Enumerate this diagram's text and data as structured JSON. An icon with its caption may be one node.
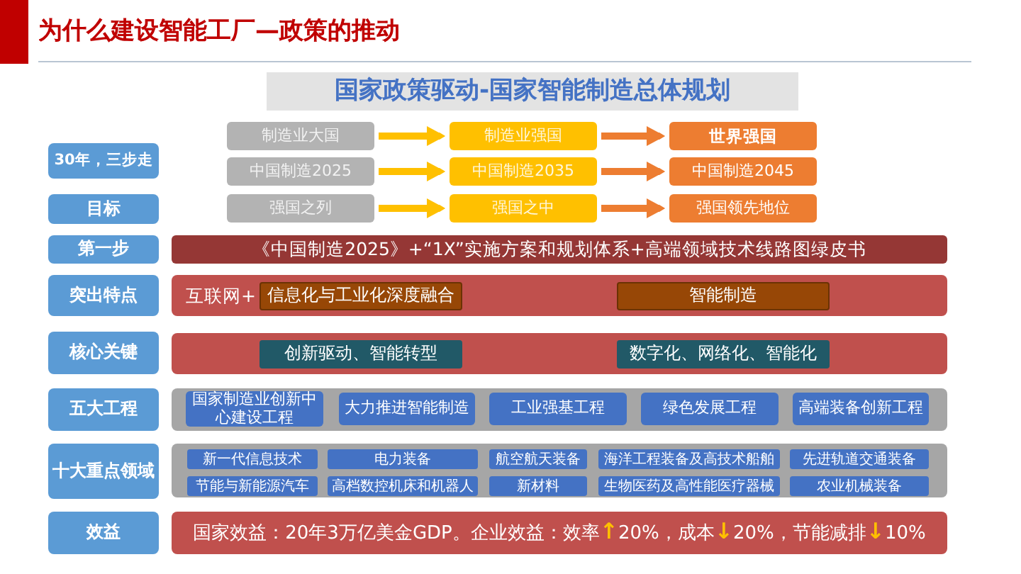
{
  "diagram": {
    "title": "为什么建设智能工厂—政策的推动",
    "nodes": [
      {
        "text": [
          "国家政策驱动-国家智能制造总体规划"
        ]
      },
      {
        "text": [
          "30年，三步走"
        ]
      },
      {
        "text": [
          "制造业大国"
        ]
      },
      {
        "text": [
          "制造业强国"
        ]
      },
      {
        "text": [
          "世界强国"
        ]
      },
      {
        "text": [
          "中国制造2025"
        ]
      },
      {
        "text": [
          "中国制造2035"
        ]
      },
      {
        "text": [
          "中国制造2045"
        ]
      },
      {
        "text": [
          "目标"
        ]
      },
      {
        "text": [
          "强国之列"
        ]
      },
      {
        "text": [
          "强国之中"
        ]
      },
      {
        "text": [
          "强国领先地位"
        ]
      },
      {
        "text": [
          "第一步"
        ]
      },
      {
        "text": [
          "《中国制造2025》+“1X”实施方案和规划体系+高端领域技术线路图绿皮书"
        ]
      },
      {
        "text": [
          "突出特点"
        ]
      },
      {
        "text": [
          "互联网+"
        ]
      },
      {
        "text": [
          "信息化与工业化深度融合"
        ],
        "in": 15
      },
      {
        "text": [
          "智能制造"
        ],
        "in": 15
      },
      {
        "text": [
          "核心关键"
        ]
      },
      {
        "text": [],
        "shape": "box"
      },
      {
        "text": [
          "创新驱动、智能转型"
        ],
        "in": 19
      },
      {
        "text": [
          "数字化、网络化、智能化"
        ],
        "in": 19
      },
      {
        "text": [
          "五大工程"
        ]
      },
      {
        "text": [],
        "shape": "box"
      },
      {
        "text": [
          "国家制造业创新中心建设工程"
        ],
        "in": 23
      },
      {
        "text": [
          "大力推进智能制造"
        ],
        "in": 23
      },
      {
        "text": [
          "工业强基工程"
        ],
        "in": 23
      },
      {
        "text": [
          "绿色发展工程"
        ],
        "in": 23
      },
      {
        "text": [
          "高端装备创新工程"
        ],
        "in": 23
      },
      {
        "text": [
          "十大重点领域"
        ]
      },
      {
        "text": [],
        "shape": "box"
      },
      {
        "text": [
          "新一代信息技术"
        ],
        "in": 30
      },
      {
        "text": [
          "电力装备"
        ],
        "in": 30
      },
      {
        "text": [
          "航空航天装备"
        ],
        "in": 30
      },
      {
        "text": [
          "海洋工程装备及高技术船舶"
        ],
        "in": 30
      },
      {
        "text": [
          "先进轨道交通装备"
        ],
        "in": 30
      },
      {
        "text": [
          "节能与新能源汽车"
        ],
        "in": 30
      },
      {
        "text": [
          "高档数控机床和机器人"
        ],
        "in": 30
      },
      {
        "text": [
          "新材料"
        ],
        "in": 30
      },
      {
        "text": [
          "生物医药及高性能医疗器械"
        ],
        "in": 30
      },
      {
        "text": [
          "农业机械装备"
        ],
        "in": 30
      },
      {
        "text": [
          "效益"
        ]
      },
      {
        "text": [
          "国家效益：20年3万亿美金GDP。企业效益：效率↑20%，成本↓20%，节能减排↓10%"
        ]
      }
    ],
    "edges": [
      {
        "from": 2,
        "to": 3,
        "arrow": "to",
        "color": "#ffc000"
      },
      {
        "from": 3,
        "to": 4,
        "arrow": "to",
        "color": "#ed7d31"
      },
      {
        "from": 5,
        "to": 6,
        "arrow": "to",
        "color": "#ffc000"
      },
      {
        "from": 6,
        "to": 7,
        "arrow": "to",
        "color": "#ed7d31"
      },
      {
        "from": 9,
        "to": 10,
        "arrow": "to",
        "color": "#ffc000"
      },
      {
        "from": 10,
        "to": 11,
        "arrow": "to",
        "color": "#ed7d31"
      }
    ]
  }
}
